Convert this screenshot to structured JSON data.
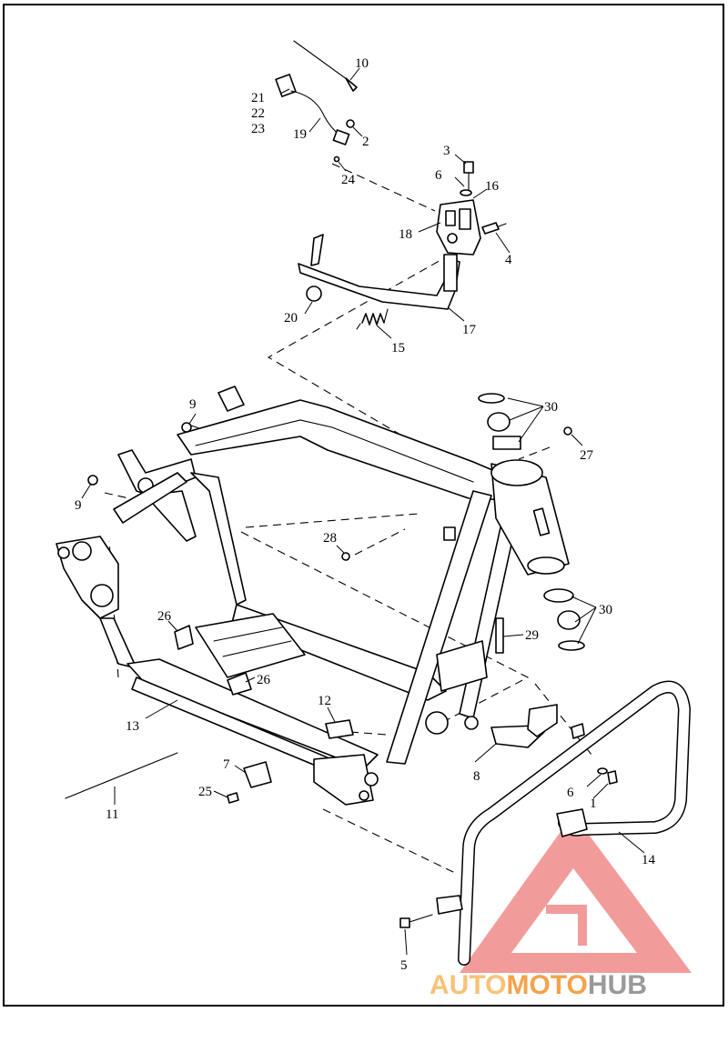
{
  "callouts": {
    "c1": "1",
    "c2": "2",
    "c3": "3",
    "c4": "4",
    "c5": "5",
    "c6a": "6",
    "c6b": "6",
    "c7": "7",
    "c8": "8",
    "c9a": "9",
    "c9b": "9",
    "c10": "10",
    "c11": "11",
    "c12": "12",
    "c13": "13",
    "c14": "14",
    "c15": "15",
    "c16": "16",
    "c17": "17",
    "c18": "18",
    "c19": "19",
    "c20": "20",
    "c21": "21",
    "c22": "22",
    "c23": "23",
    "c24": "24",
    "c25": "25",
    "c26a": "26",
    "c26b": "26",
    "c27": "27",
    "c28": "28",
    "c29": "29",
    "c30a": "30",
    "c30b": "30"
  },
  "watermark": {
    "auto": "AUTO",
    "moto": "MOTO",
    "hub": "HUB",
    "color_auto": "#f6c27a",
    "color_moto": "#f3a34b",
    "color_hub": "#9a9a9a",
    "triangle_color": "#f08a8a"
  }
}
